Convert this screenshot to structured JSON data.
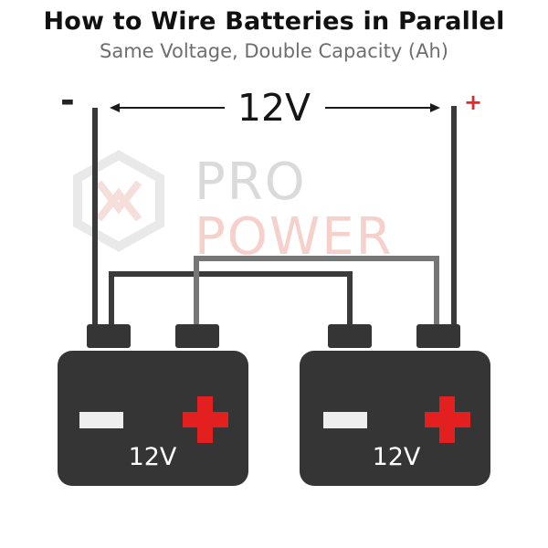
{
  "header": {
    "title": "How to Wire Batteries in Parallel",
    "subtitle": "Same Voltage, Double Capacity (Ah)"
  },
  "leads": {
    "voltage_label": "12V",
    "negative_symbol": "-",
    "positive_symbol": "+"
  },
  "watermark": {
    "line1": "PRO",
    "line2": "POWER"
  },
  "batteries": [
    {
      "label": "12V"
    },
    {
      "label": "12V"
    }
  ],
  "colors": {
    "battery_body": "#353535",
    "wire": "#3a3a3a",
    "wire_light": "#767676",
    "positive_plus": "#e41f1f",
    "negative_bar": "#eeeeee"
  }
}
